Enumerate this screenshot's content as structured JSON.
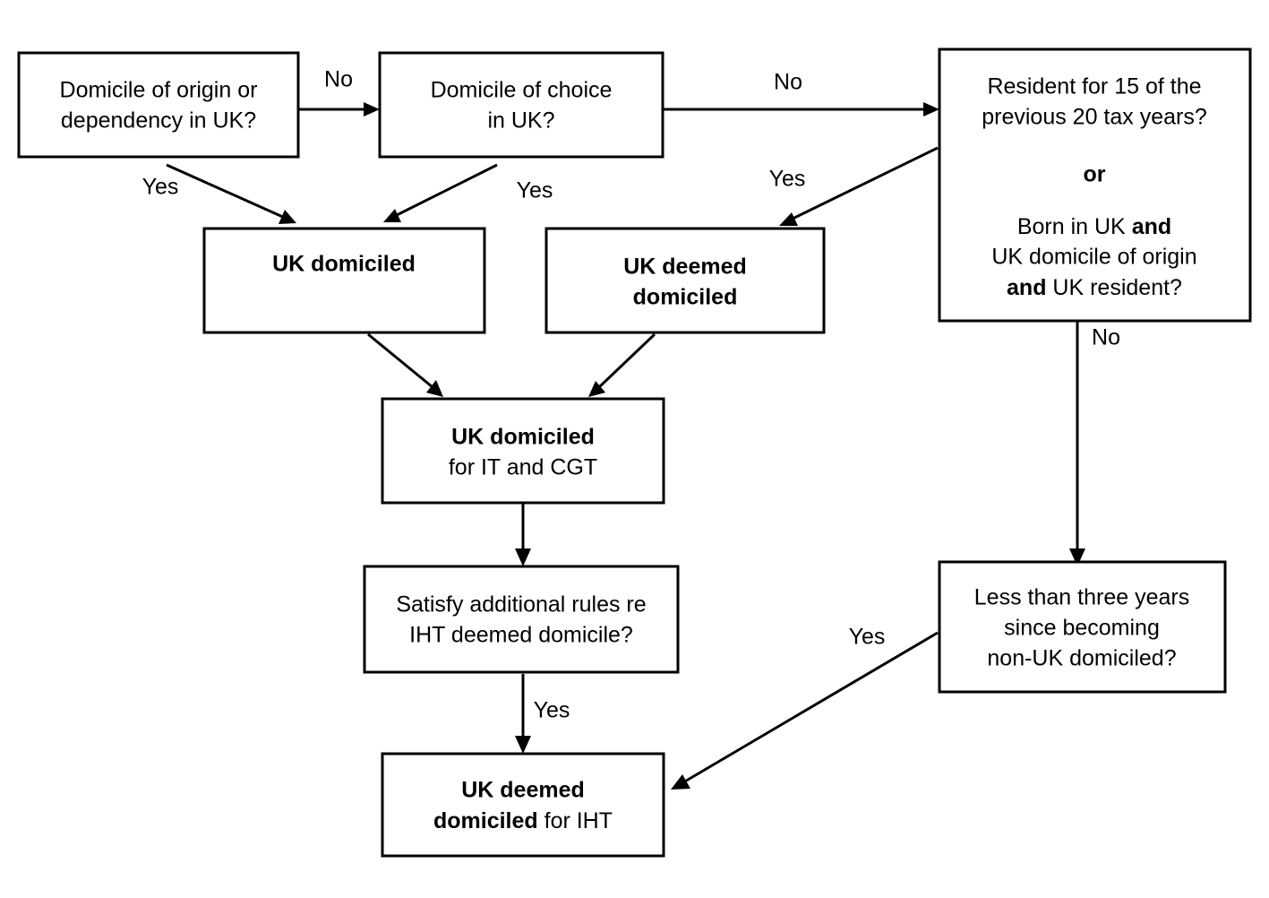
{
  "diagram": {
    "title": "UK domicile and deemed domicile decision flowchart",
    "background_color": "#ffffff",
    "line_color": "#000000",
    "nodes": [
      {
        "id": "domicile-origin",
        "lines": [
          {
            "runs": [
              {
                "text": "Domicile of origin or",
                "bold": false
              }
            ]
          },
          {
            "runs": [
              {
                "text": "dependency in UK?",
                "bold": false
              }
            ]
          }
        ]
      },
      {
        "id": "domicile-choice",
        "lines": [
          {
            "runs": [
              {
                "text": "Domicile of choice",
                "bold": false
              }
            ]
          },
          {
            "runs": [
              {
                "text": "in UK?",
                "bold": false
              }
            ]
          }
        ]
      },
      {
        "id": "resident-15-of-20",
        "lines": [
          {
            "runs": [
              {
                "text": "Resident for 15 of the",
                "bold": false
              }
            ]
          },
          {
            "runs": [
              {
                "text": "previous 20 tax years?",
                "bold": false
              }
            ]
          },
          {
            "runs": [
              {
                "text": "",
                "bold": false
              }
            ]
          },
          {
            "runs": [
              {
                "text": "or",
                "bold": true
              }
            ]
          },
          {
            "runs": [
              {
                "text": "",
                "bold": false
              }
            ]
          },
          {
            "runs": [
              {
                "text": "Born in UK ",
                "bold": false
              },
              {
                "text": "and",
                "bold": true
              }
            ]
          },
          {
            "runs": [
              {
                "text": "UK domicile of origin",
                "bold": false
              }
            ]
          },
          {
            "runs": [
              {
                "text": "and",
                "bold": true
              },
              {
                "text": " UK resident?",
                "bold": false
              }
            ]
          }
        ]
      },
      {
        "id": "uk-domiciled",
        "lines": [
          {
            "runs": [
              {
                "text": "UK domiciled",
                "bold": true
              }
            ]
          }
        ]
      },
      {
        "id": "uk-deemed-domiciled",
        "lines": [
          {
            "runs": [
              {
                "text": "UK deemed",
                "bold": true
              }
            ]
          },
          {
            "runs": [
              {
                "text": "domiciled",
                "bold": true
              }
            ]
          }
        ]
      },
      {
        "id": "uk-domiciled-it-cgt",
        "lines": [
          {
            "runs": [
              {
                "text": "UK domiciled",
                "bold": true
              }
            ]
          },
          {
            "runs": [
              {
                "text": "for IT and CGT",
                "bold": false
              }
            ]
          }
        ]
      },
      {
        "id": "satisfy-iht-rules",
        "lines": [
          {
            "runs": [
              {
                "text": "Satisfy additional rules re",
                "bold": false
              }
            ]
          },
          {
            "runs": [
              {
                "text": "IHT deemed domicile?",
                "bold": false
              }
            ]
          }
        ]
      },
      {
        "id": "less-than-three-years",
        "lines": [
          {
            "runs": [
              {
                "text": "Less than three years",
                "bold": false
              }
            ]
          },
          {
            "runs": [
              {
                "text": "since becoming",
                "bold": false
              }
            ]
          },
          {
            "runs": [
              {
                "text": "non-UK domiciled?",
                "bold": false
              }
            ]
          }
        ]
      },
      {
        "id": "uk-deemed-domiciled-iht",
        "lines": [
          {
            "runs": [
              {
                "text": "UK deemed",
                "bold": true
              }
            ]
          },
          {
            "runs": [
              {
                "text": "domiciled",
                "bold": true
              },
              {
                "text": " for IHT",
                "bold": false
              }
            ]
          }
        ]
      }
    ],
    "edge_labels": [
      {
        "id": "origin-to-choice-no",
        "text": "No"
      },
      {
        "id": "origin-to-ukdom-yes",
        "text": "Yes"
      },
      {
        "id": "choice-to-resident-no",
        "text": "No"
      },
      {
        "id": "choice-to-ukdom-yes",
        "text": "Yes"
      },
      {
        "id": "resident-to-deemed-yes",
        "text": "Yes"
      },
      {
        "id": "resident-to-threeyears-no",
        "text": "No"
      },
      {
        "id": "satisfy-to-iht-yes",
        "text": "Yes"
      },
      {
        "id": "threeyears-to-iht-yes",
        "text": "Yes"
      }
    ]
  }
}
